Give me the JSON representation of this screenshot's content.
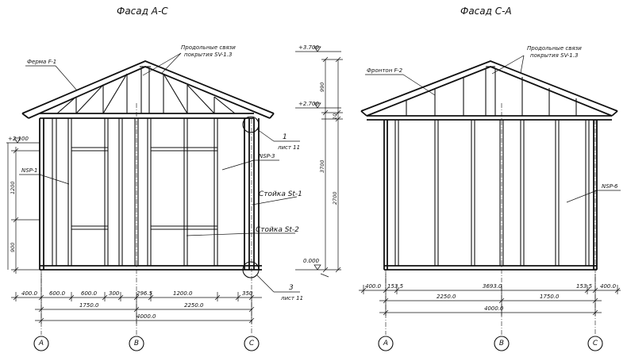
{
  "titles": {
    "left": "Фасад А-С",
    "right": "Фасад С-А"
  },
  "left_labels": {
    "truss": "Ферма F-1",
    "ties": "Продольные связи",
    "ties2": "покрытия SV-1.3",
    "nsp1": "NSP-1",
    "nsp3": "NSP-3",
    "post1": "Стойка  St-1",
    "post2": "Стойка  St-2",
    "callout1_num": "1",
    "callout1_sheet": "лист 11",
    "callout3_num": "3",
    "callout3_sheet": "лист 11"
  },
  "levels": {
    "l3700": "+3.700",
    "l2700": "+2.700",
    "l2100": "+2.100",
    "l0000": "0.000"
  },
  "left_vdims": {
    "d1200": "1200",
    "d900": "900"
  },
  "mid_vdims": {
    "d990": "990",
    "d10": "10",
    "d3700": "3700",
    "d2700": "2700"
  },
  "left_hdims": {
    "row1": [
      "400.0",
      "600.0",
      "600.0",
      "300",
      "296.5",
      "1200.0",
      "350"
    ],
    "row2": [
      "1750.0",
      "2250.0"
    ],
    "row3": "4000.0"
  },
  "right_labels": {
    "gable": "Фронтон F-2",
    "ties": "Продольные связи",
    "ties2": "покрытия SV-1.3",
    "nsp6": "NSP-6"
  },
  "right_hdims": {
    "row1": [
      "400.0",
      "153.5",
      "3693.0",
      "153.5",
      "400.0"
    ],
    "row2": [
      "2250.0",
      "1750.0"
    ],
    "row3": "4000.0"
  },
  "axes": {
    "left": [
      "A",
      "B",
      "C"
    ],
    "right": [
      "A",
      "B",
      "C"
    ]
  }
}
